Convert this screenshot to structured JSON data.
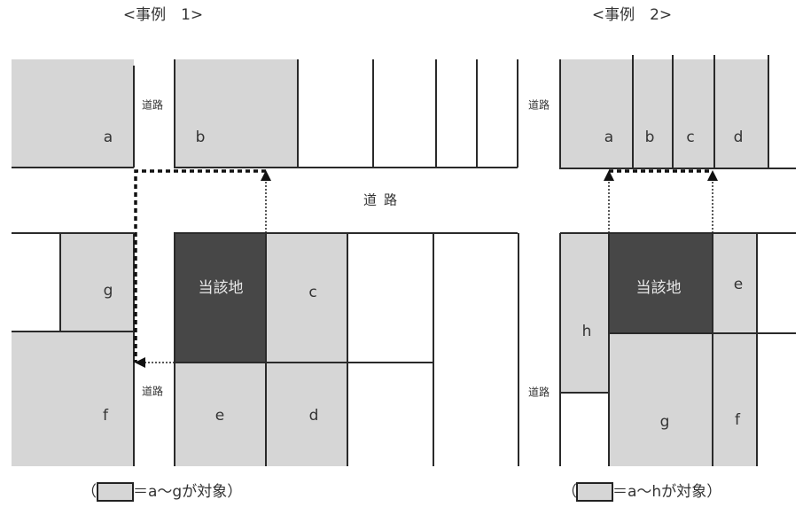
{
  "case1": {
    "title": "<事例　1>",
    "road_label": "道路",
    "road_label_lower": "道路",
    "main_road": "道路",
    "subject": "当該地",
    "parcels": {
      "a": "a",
      "b": "b",
      "c": "c",
      "d": "d",
      "e": "e",
      "f": "f",
      "g": "g"
    },
    "legend": {
      "open": "（",
      "text": "＝a～gが対象）"
    }
  },
  "case2": {
    "title": "<事例　2>",
    "road_label": "道路",
    "road_label_lower": "道路",
    "subject": "当該地",
    "parcels": {
      "a": "a",
      "b": "b",
      "c": "c",
      "d": "d",
      "e": "e",
      "f": "f",
      "g": "g",
      "h": "h"
    },
    "legend": {
      "open": "（",
      "text": "＝a～hが対象）"
    }
  },
  "colors": {
    "target": "#d6d6d6",
    "subject": "#474747"
  }
}
